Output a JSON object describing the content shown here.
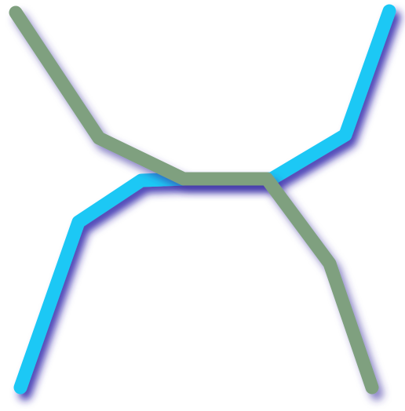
{
  "colors": {
    "background": "#ffffff",
    "blue_stroke": "#1ec8f5",
    "blue_shadow": "#2a1fa8",
    "green_stroke": "#7fa07f",
    "green_shadow": "#3a2fa0"
  },
  "strokes": [
    {
      "name": "blue-path",
      "color_key": "blue_stroke",
      "shadow_key": "blue_shadow"
    },
    {
      "name": "green-path",
      "color_key": "green_stroke",
      "shadow_key": "green_shadow"
    }
  ]
}
